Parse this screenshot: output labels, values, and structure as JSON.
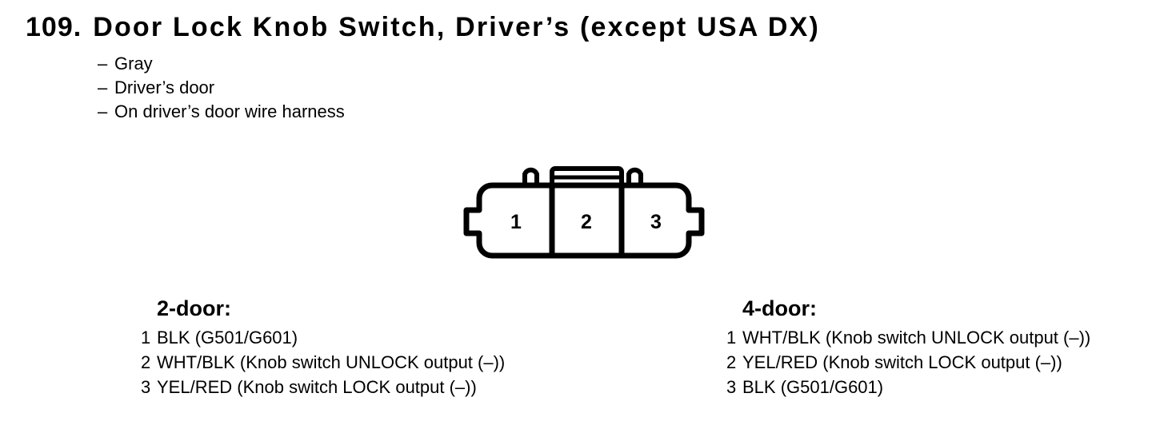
{
  "header": {
    "number": "109.",
    "title": "Door Lock Knob Switch, Driver’s (except USA DX)",
    "bullet_mark": "–",
    "attributes": [
      "Gray",
      "Driver’s door",
      "On driver’s door wire harness"
    ]
  },
  "connector": {
    "pins": [
      "1",
      "2",
      "3"
    ]
  },
  "pinouts": [
    {
      "heading": "2-door:",
      "rows": [
        {
          "pin": "1",
          "desc": "BLK (G501/G601)"
        },
        {
          "pin": "2",
          "desc": "WHT/BLK (Knob switch UNLOCK output (–))"
        },
        {
          "pin": "3",
          "desc": "YEL/RED (Knob switch LOCK output (–))"
        }
      ]
    },
    {
      "heading": "4-door:",
      "rows": [
        {
          "pin": "1",
          "desc": "WHT/BLK (Knob switch UNLOCK output (–))"
        },
        {
          "pin": "2",
          "desc": "YEL/RED (Knob switch LOCK output (–))"
        },
        {
          "pin": "3",
          "desc": "BLK (G501/G601)"
        }
      ]
    }
  ],
  "colors": {
    "ink": "#000000",
    "background": "#ffffff"
  }
}
